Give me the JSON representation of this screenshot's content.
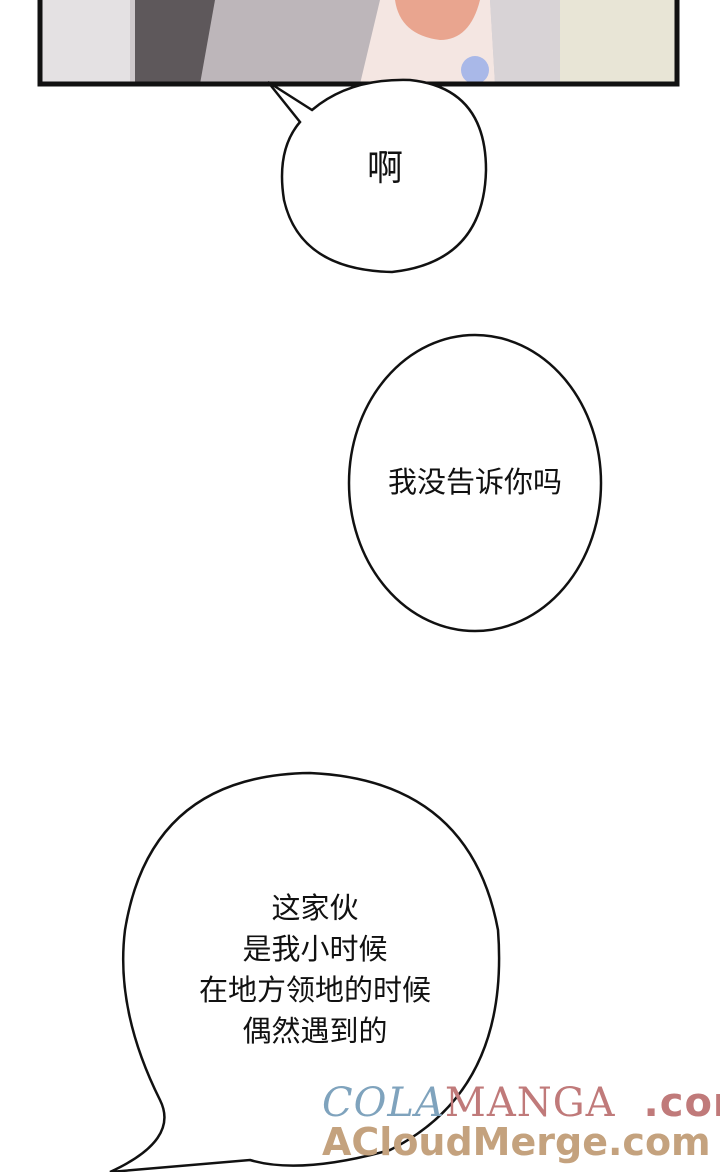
{
  "bubbles": [
    {
      "text": "啊"
    },
    {
      "text": "我没告诉你吗"
    },
    {
      "lines": [
        "这家伙",
        "是我小时候",
        "在地方领地的时候",
        "偶然遇到的"
      ]
    }
  ],
  "watermark": {
    "line1_a": "COLA",
    "line1_b": "MANGA",
    "line1_c": ".com",
    "line2": "ACloudMerge.com",
    "colors": {
      "blue": "#7fa3bd",
      "red": "#c07a7a",
      "tan": "#c4a27e"
    }
  }
}
